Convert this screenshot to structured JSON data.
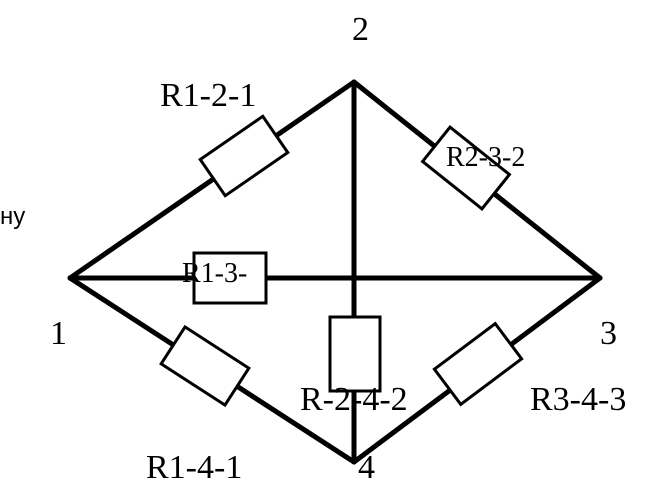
{
  "diagram": {
    "nodes": {
      "n1": "1",
      "n2": "2",
      "n3": "3",
      "n4": "4"
    },
    "resistors": {
      "r12": "R1-2-1",
      "r23": "R2-3-2",
      "r13": "R1-3-",
      "r24": "R-2-4-2",
      "r14": "R1-4-1",
      "r34": "R3-4-3"
    },
    "fragment_text": "ну"
  }
}
